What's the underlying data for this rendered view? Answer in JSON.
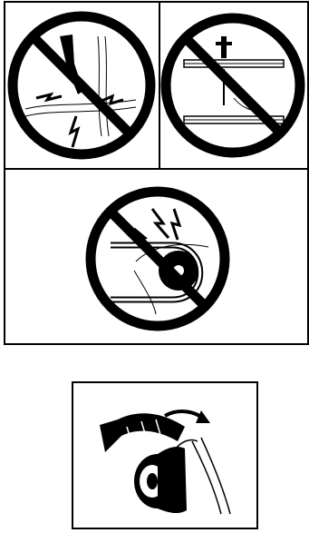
{
  "figure": {
    "panels": [
      {
        "id": "no-sharp-tool",
        "icon": "prohibited-sharp-tool-cutting-cable-icon"
      },
      {
        "id": "no-pinching",
        "icon": "prohibited-pinched-cable-icon"
      },
      {
        "id": "no-sharp-bending",
        "icon": "prohibited-cable-bent-around-reel-icon"
      },
      {
        "id": "tape-wrapping",
        "icon": "insulating-tape-wrapping-icon"
      }
    ],
    "colors": {
      "ink": "#000000",
      "paper": "#ffffff"
    }
  }
}
